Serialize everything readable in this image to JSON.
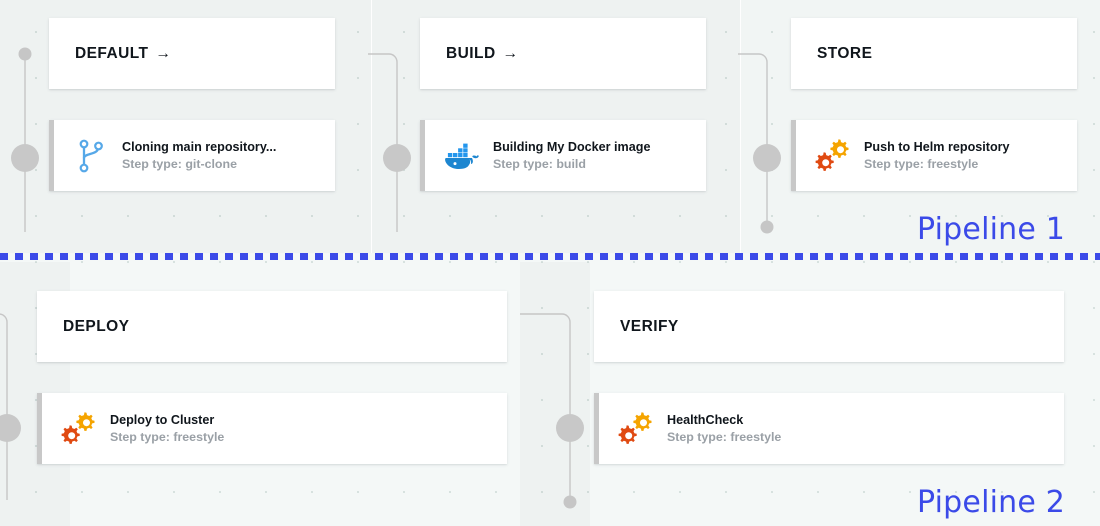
{
  "board": {
    "accent_color": "#3b4ae8",
    "background_color": "#f4f8f7",
    "connector_color": "#c6c6c6",
    "step_accent_color": "#c8c8c8"
  },
  "pipelines": [
    {
      "label": "Pipeline 1",
      "stages": [
        {
          "name": "DEFAULT",
          "arrow": "→",
          "step": {
            "name": "Cloning main repository...",
            "type_label": "Step type: git-clone",
            "icon": "git-branch-icon",
            "icon_color": "#56a8e8"
          }
        },
        {
          "name": "BUILD",
          "arrow": "→",
          "step": {
            "name": "Building My Docker image",
            "type_label": "Step type: build",
            "icon": "docker-whale-icon",
            "icon_color": "#1d91d0"
          }
        },
        {
          "name": "STORE",
          "arrow": "",
          "step": {
            "name": "Push to Helm repository",
            "type_label": "Step type: freestyle",
            "icon": "gears-icon",
            "icon_color": "#f5a400"
          }
        }
      ]
    },
    {
      "label": "Pipeline 2",
      "stages": [
        {
          "name": "DEPLOY",
          "arrow": "",
          "step": {
            "name": "Deploy to Cluster",
            "type_label": "Step type: freestyle",
            "icon": "gears-icon",
            "icon_color": "#f5a400"
          }
        },
        {
          "name": "VERIFY",
          "arrow": "",
          "step": {
            "name": "HealthCheck",
            "type_label": "Step type: freestyle",
            "icon": "gears-icon",
            "icon_color": "#f5a400"
          }
        }
      ]
    }
  ]
}
